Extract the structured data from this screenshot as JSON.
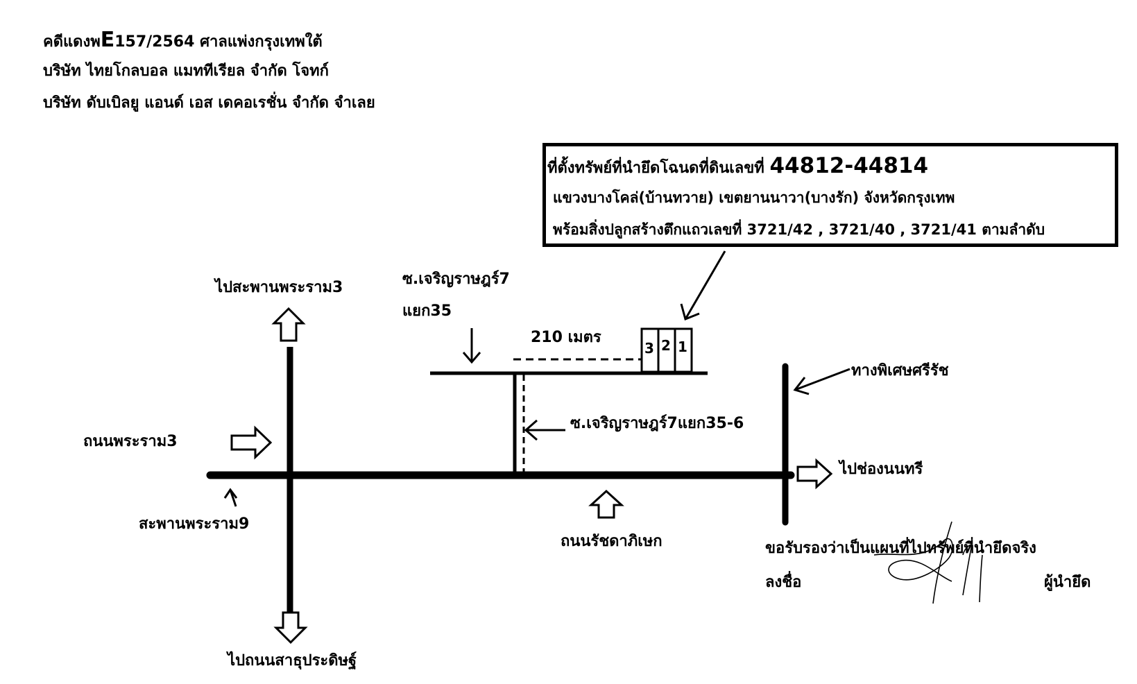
{
  "header": {
    "case_prefix": "คดีแดงพ",
    "case_letter": "E",
    "case_rest": "157/2564 ศาลแพ่งกรุงเทพใต้",
    "plaintiff": "บริษัท ไทยโกลบอล แมททีเรียล จำกัด โจทก์",
    "defendant": "บริษัท ดับเบิลยู แอนด์ เอส เดคอเรชั่น จำกัด จำเลย"
  },
  "property_box": {
    "line1_prefix": "ที่ตั้งทรัพย์ที่นำยึดโฉนดที่ดินเลขที่",
    "parcels": "44812-44814",
    "line2": "แขวงบางโคล่(บ้านทวาย) เขตยานนาวา(บางรัก) จังหวัดกรุงเทพ",
    "line3": "พร้อมสิ่งปลูกสร้างตึกแถวเลขที่ 3721/42 , 3721/40 , 3721/41 ตามลำดับ"
  },
  "labels": {
    "to_rama3_bridge": "ไปสะพานพระราม3",
    "rama3_road": "ถนนพระราม3",
    "rama9_bridge": "สะพานพระราม9",
    "to_sathu_pradit": "ไปถนนสาธุประดิษฐ์",
    "soi_35_line1": "ซ.เจริญราษฎร์7",
    "soi_35_line2": "แยก35",
    "distance": "210 เมตร",
    "soi_35_6": "ซ.เจริญราษฎร์7แยก35-6",
    "expressway": "ทางพิเศษศรีรัช",
    "to_chong_nonsi": "ไปช่องนนทรี",
    "ratchadaphisek_road": "ถนนรัชดาภิเษก"
  },
  "buildings": [
    "3",
    "2",
    "1"
  ],
  "certification": {
    "statement": "ขอรับรองว่าเป็นแผนที่ไปทรัพย์ที่นำยึดจริง",
    "sign_label": "ลงชื่อ",
    "role": "ผู้นำยึด"
  }
}
